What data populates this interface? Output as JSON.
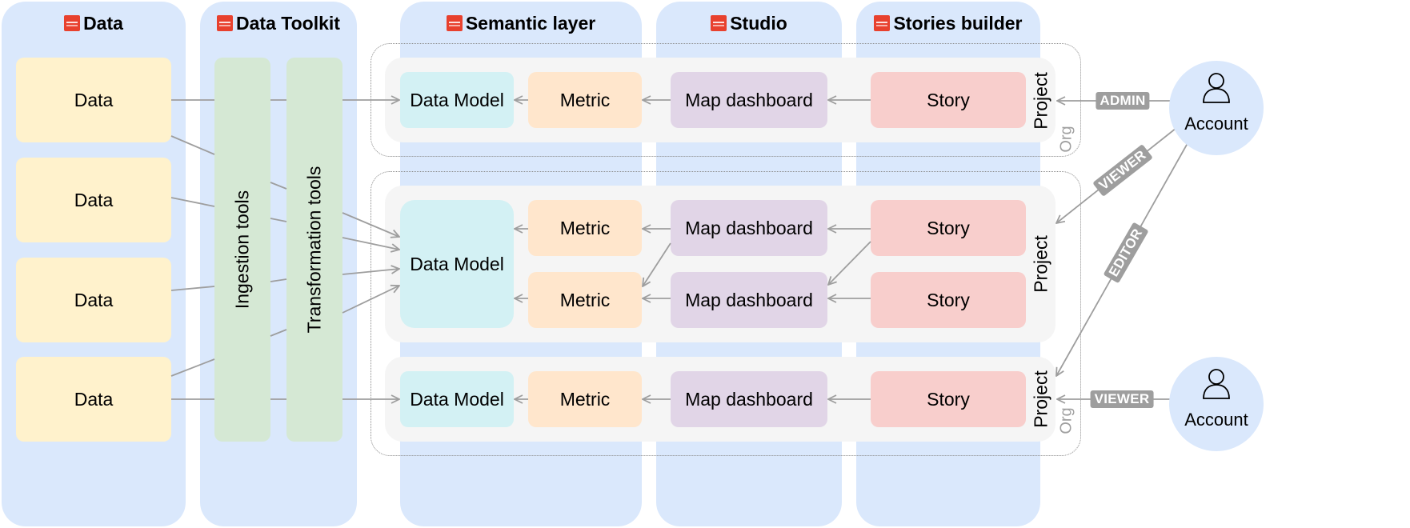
{
  "columns": {
    "data": "Data",
    "toolkit": "Data Toolkit",
    "semantic": "Semantic layer",
    "studio": "Studio",
    "stories": "Stories builder"
  },
  "sources": [
    "Data",
    "Data",
    "Data",
    "Data"
  ],
  "tools": {
    "ingestion": "Ingestion tools",
    "transformation": "Transformation tools"
  },
  "rows": {
    "top": {
      "data_model": "Data Model",
      "metric": "Metric",
      "dashboard": "Map dashboard",
      "story": "Story",
      "project": "Project"
    },
    "middle": {
      "data_model": "Data Model",
      "metrics": [
        "Metric",
        "Metric"
      ],
      "dashboards": [
        "Map dashboard",
        "Map dashboard"
      ],
      "stories": [
        "Story",
        "Story"
      ],
      "project": "Project"
    },
    "bottom": {
      "data_model": "Data Model",
      "metric": "Metric",
      "dashboard": "Map dashboard",
      "story": "Story",
      "project": "Project"
    }
  },
  "org_label": "Org",
  "accounts": [
    {
      "label": "Account",
      "roles": [
        "ADMIN",
        "VIEWER",
        "EDITOR"
      ]
    },
    {
      "label": "Account",
      "roles": [
        "VIEWER"
      ]
    }
  ],
  "colors": {
    "column_bg": "#dae8fc",
    "data": "#fff2cc",
    "tool": "#d5e8d4",
    "data_model": "#d3f1f4",
    "metric": "#ffe6cc",
    "dashboard": "#e1d5e7",
    "story": "#f8cecc",
    "project_bg": "#f5f5f5",
    "logo": "#e8412e",
    "connector": "#9e9e9e"
  },
  "icons": [
    "logo-icon",
    "user-icon"
  ]
}
